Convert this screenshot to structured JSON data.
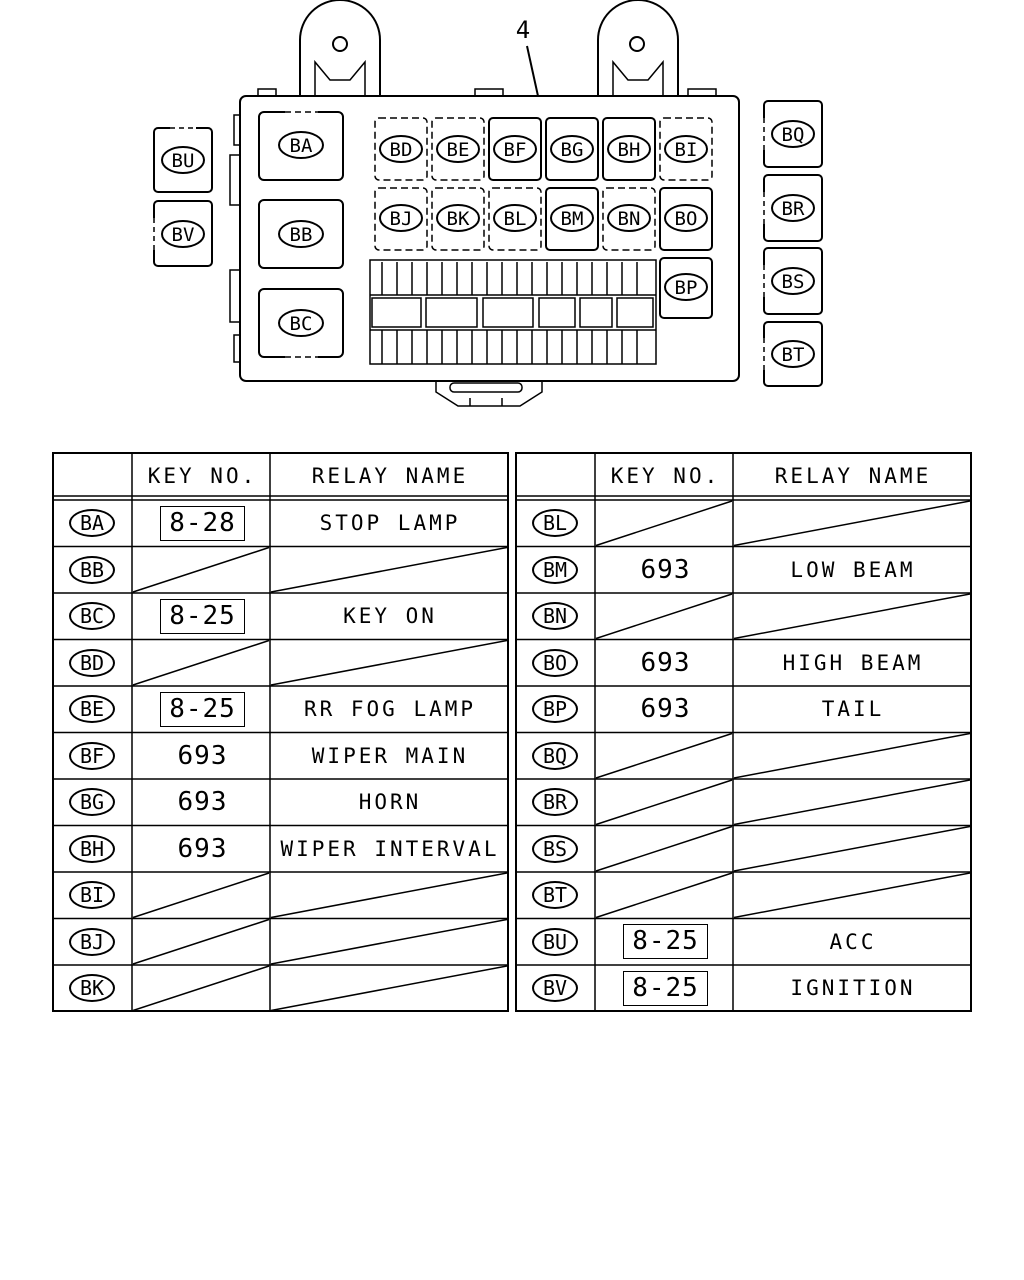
{
  "diagram": {
    "callout": "4",
    "box_labels": {
      "BA": "BA",
      "BB": "BB",
      "BC": "BC",
      "BD": "BD",
      "BE": "BE",
      "BF": "BF",
      "BG": "BG",
      "BH": "BH",
      "BI": "BI",
      "BJ": "BJ",
      "BK": "BK",
      "BL": "BL",
      "BM": "BM",
      "BN": "BN",
      "BO": "BO",
      "BP": "BP",
      "BQ": "BQ",
      "BR": "BR",
      "BS": "BS",
      "BT": "BT",
      "BU": "BU",
      "BV": "BV"
    }
  },
  "tables": {
    "left": {
      "header_key": "KEY NO.",
      "header_name": "RELAY NAME",
      "rows": [
        {
          "id": "BA",
          "key": "8-28",
          "boxed": true,
          "name": "STOP LAMP",
          "blank": false
        },
        {
          "id": "BB",
          "key": "",
          "boxed": false,
          "name": "",
          "blank": true
        },
        {
          "id": "BC",
          "key": "8-25",
          "boxed": true,
          "name": "KEY ON",
          "blank": false
        },
        {
          "id": "BD",
          "key": "",
          "boxed": false,
          "name": "",
          "blank": true
        },
        {
          "id": "BE",
          "key": "8-25",
          "boxed": true,
          "name": "RR FOG LAMP",
          "blank": false
        },
        {
          "id": "BF",
          "key": "693",
          "boxed": false,
          "name": "WIPER MAIN",
          "blank": false
        },
        {
          "id": "BG",
          "key": "693",
          "boxed": false,
          "name": "HORN",
          "blank": false
        },
        {
          "id": "BH",
          "key": "693",
          "boxed": false,
          "name": "WIPER INTERVAL",
          "blank": false
        },
        {
          "id": "BI",
          "key": "",
          "boxed": false,
          "name": "",
          "blank": true
        },
        {
          "id": "BJ",
          "key": "",
          "boxed": false,
          "name": "",
          "blank": true
        },
        {
          "id": "BK",
          "key": "",
          "boxed": false,
          "name": "",
          "blank": true
        }
      ]
    },
    "right": {
      "header_key": "KEY NO.",
      "header_name": "RELAY NAME",
      "rows": [
        {
          "id": "BL",
          "key": "",
          "boxed": false,
          "name": "",
          "blank": true
        },
        {
          "id": "BM",
          "key": "693",
          "boxed": false,
          "name": "LOW BEAM",
          "blank": false
        },
        {
          "id": "BN",
          "key": "",
          "boxed": false,
          "name": "",
          "blank": true
        },
        {
          "id": "BO",
          "key": "693",
          "boxed": false,
          "name": "HIGH BEAM",
          "blank": false
        },
        {
          "id": "BP",
          "key": "693",
          "boxed": false,
          "name": "TAIL",
          "blank": false
        },
        {
          "id": "BQ",
          "key": "",
          "boxed": false,
          "name": "",
          "blank": true
        },
        {
          "id": "BR",
          "key": "",
          "boxed": false,
          "name": "",
          "blank": true
        },
        {
          "id": "BS",
          "key": "",
          "boxed": false,
          "name": "",
          "blank": true
        },
        {
          "id": "BT",
          "key": "",
          "boxed": false,
          "name": "",
          "blank": true
        },
        {
          "id": "BU",
          "key": "8-25",
          "boxed": true,
          "name": "ACC",
          "blank": false
        },
        {
          "id": "BV",
          "key": "8-25",
          "boxed": true,
          "name": "IGNITION",
          "blank": false
        }
      ]
    }
  }
}
